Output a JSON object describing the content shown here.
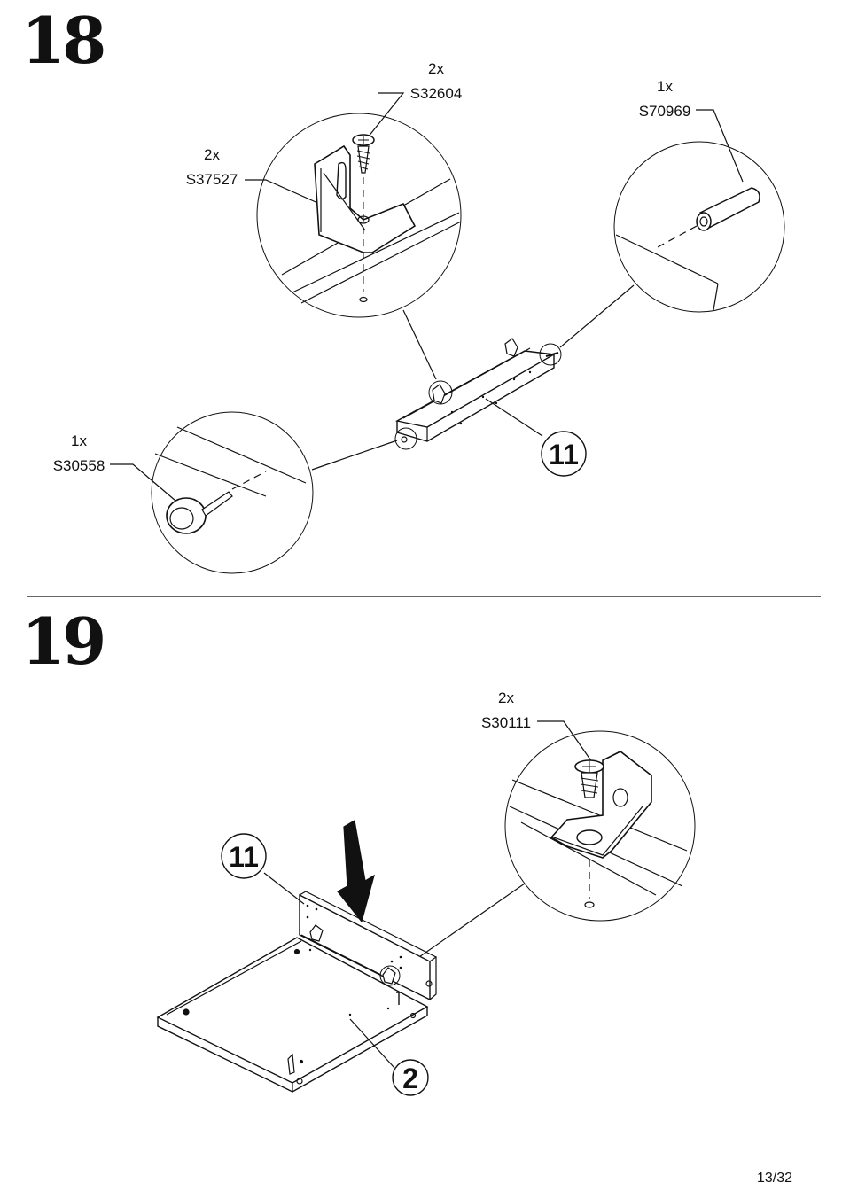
{
  "page": {
    "number": "13/32"
  },
  "step18": {
    "number": "18",
    "parts": [
      {
        "qty": "2x",
        "code": "S32604"
      },
      {
        "qty": "2x",
        "code": "S37527"
      },
      {
        "qty": "1x",
        "code": "S70969"
      },
      {
        "qty": "1x",
        "code": "S30558"
      }
    ],
    "panel_callout": "11"
  },
  "step19": {
    "number": "19",
    "parts": [
      {
        "qty": "2x",
        "code": "S30111"
      }
    ],
    "callout_top": "11",
    "callout_bottom": "2"
  }
}
